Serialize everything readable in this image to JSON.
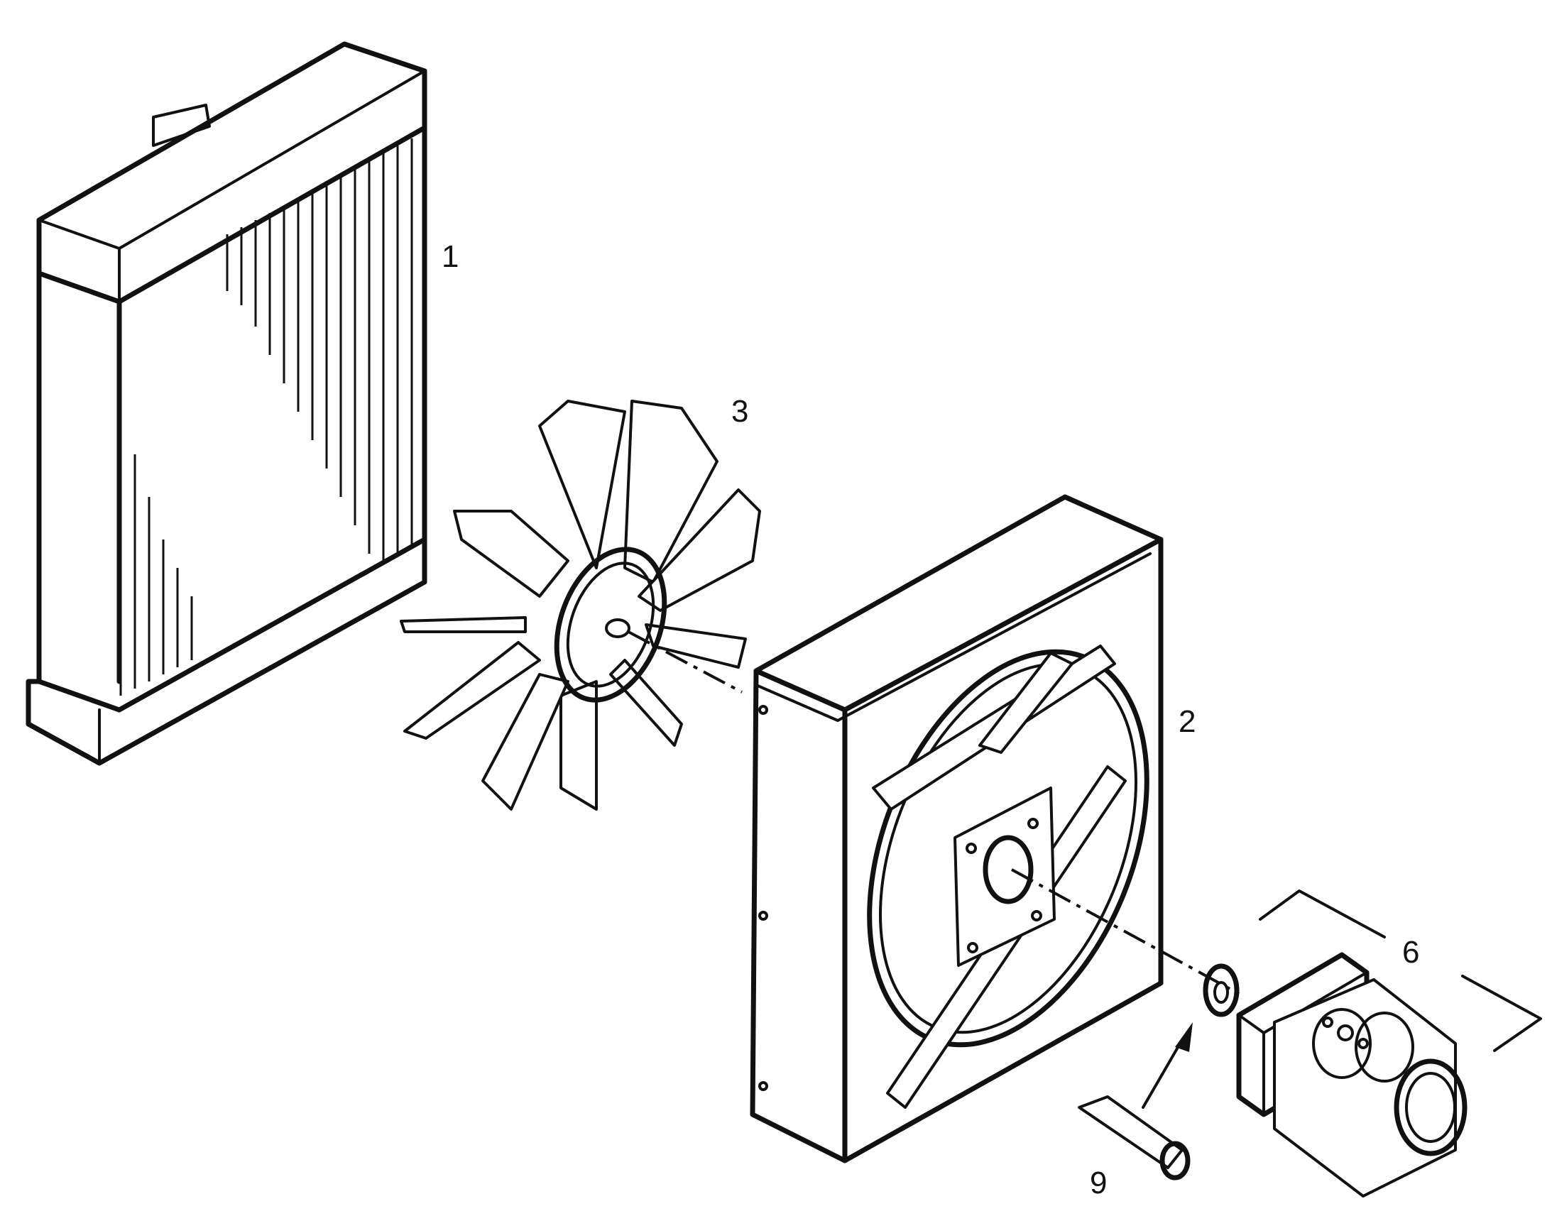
{
  "labels": {
    "radiator": "1",
    "shroud": "2",
    "fan": "3",
    "motor": "6",
    "key": "9"
  }
}
